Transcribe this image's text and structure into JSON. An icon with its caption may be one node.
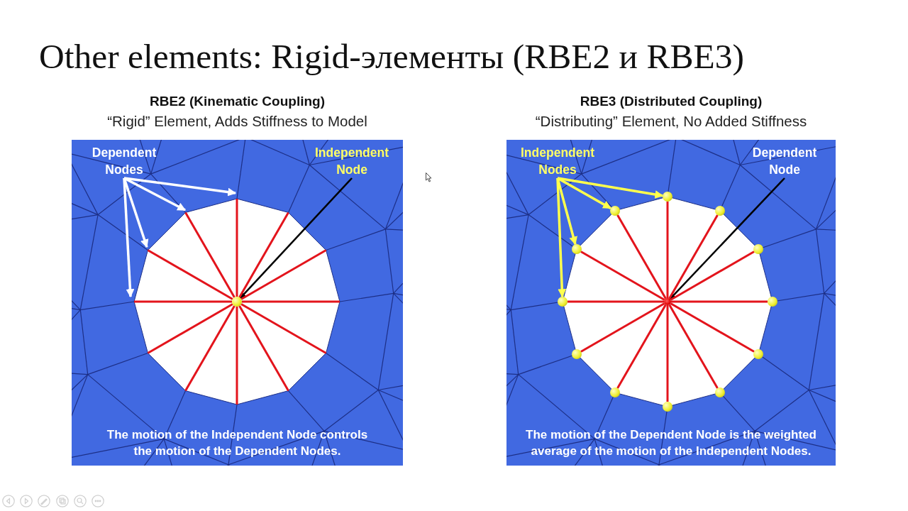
{
  "diagram": {
    "title": "Other elements: Rigid-элементы (RBE2 и RBE3)",
    "nodes": [
      {
        "text": [
          "RBE2 (Kinematic Coupling)",
          "“Rigid” Element, Adds Stiffness to Model",
          "The motion of the Independent Node controls the motion of the Dependent Nodes."
        ]
      },
      {
        "text": [
          "Dependent Nodes"
        ],
        "in": 0
      },
      {
        "text": [
          "Independent Node"
        ],
        "in": 0
      },
      {
        "text": [],
        "shape": "circle",
        "in": 0
      },
      {
        "text": [
          "RBE3 (Distributed Coupling)",
          "“Distributing” Element, No Added Stiffness",
          "The motion of the Dependent Node is the weighted average of the motion of the Independent Nodes."
        ]
      },
      {
        "text": [
          "Independent Nodes"
        ],
        "in": 4
      },
      {
        "text": [
          "Dependent Node"
        ],
        "in": 4
      },
      {
        "text": [],
        "shape": "circle",
        "in": 4
      },
      {
        "text": [],
        "shape": "circle",
        "in": 4
      },
      {
        "text": [],
        "shape": "circle",
        "in": 4
      },
      {
        "text": [],
        "shape": "circle",
        "in": 4
      },
      {
        "text": [],
        "shape": "circle",
        "in": 4
      },
      {
        "text": [],
        "shape": "circle",
        "in": 4
      },
      {
        "text": [],
        "shape": "circle",
        "in": 4
      },
      {
        "text": [],
        "shape": "circle",
        "in": 4
      },
      {
        "text": [],
        "shape": "circle",
        "in": 4
      },
      {
        "text": [],
        "shape": "circle",
        "in": 4
      },
      {
        "text": [],
        "shape": "circle",
        "in": 4
      },
      {
        "text": [],
        "shape": "circle",
        "in": 4
      },
      {
        "text": [],
        "shape": "circle",
        "in": 4
      }
    ],
    "edges": [
      {
        "from": 1,
        "to": null,
        "arrow": "to",
        "color": "#ffffff"
      },
      {
        "from": 1,
        "to": null,
        "arrow": "to",
        "color": "#ffffff"
      },
      {
        "from": 1,
        "to": null,
        "arrow": "to",
        "color": "#ffffff"
      },
      {
        "from": 1,
        "to": null,
        "arrow": "to",
        "color": "#ffffff"
      },
      {
        "from": 2,
        "to": 3,
        "arrow": "to",
        "color": "#000000"
      },
      {
        "from": 3,
        "to": null,
        "arrow": "none"
      },
      {
        "from": 3,
        "to": null,
        "arrow": "none"
      },
      {
        "from": 3,
        "to": null,
        "arrow": "none"
      },
      {
        "from": 3,
        "to": null,
        "arrow": "none"
      },
      {
        "from": 3,
        "to": null,
        "arrow": "none"
      },
      {
        "from": 3,
        "to": null,
        "arrow": "none"
      },
      {
        "from": 3,
        "to": null,
        "arrow": "none"
      },
      {
        "from": 3,
        "to": null,
        "arrow": "none"
      },
      {
        "from": 3,
        "to": null,
        "arrow": "none"
      },
      {
        "from": 3,
        "to": null,
        "arrow": "none"
      },
      {
        "from": 3,
        "to": null,
        "arrow": "none"
      },
      {
        "from": 3,
        "to": null,
        "arrow": "none"
      },
      {
        "from": 5,
        "to": 8,
        "arrow": "to",
        "color": "#ffff4d"
      },
      {
        "from": 5,
        "to": 9,
        "arrow": "to",
        "color": "#ffff4d"
      },
      {
        "from": 5,
        "to": 11,
        "arrow": "to",
        "color": "#ffff4d"
      },
      {
        "from": 5,
        "to": 13,
        "arrow": "to",
        "color": "#ffff4d"
      },
      {
        "from": 6,
        "to": 7,
        "arrow": "to",
        "color": "#000000"
      },
      {
        "from": 7,
        "to": 8,
        "arrow": "none"
      },
      {
        "from": 7,
        "to": 10,
        "arrow": "none"
      },
      {
        "from": 7,
        "to": 12,
        "arrow": "none"
      },
      {
        "from": 7,
        "to": 14,
        "arrow": "none"
      },
      {
        "from": 7,
        "to": 16,
        "arrow": "none"
      },
      {
        "from": 7,
        "to": 18,
        "arrow": "none"
      },
      {
        "from": 7,
        "to": 19,
        "arrow": "none"
      },
      {
        "from": 7,
        "to": 17,
        "arrow": "none"
      },
      {
        "from": 7,
        "to": 15,
        "arrow": "none"
      },
      {
        "from": 7,
        "to": 13,
        "arrow": "none"
      },
      {
        "from": 7,
        "to": 11,
        "arrow": "none"
      },
      {
        "from": 7,
        "to": 9,
        "arrow": "none"
      }
    ]
  }
}
